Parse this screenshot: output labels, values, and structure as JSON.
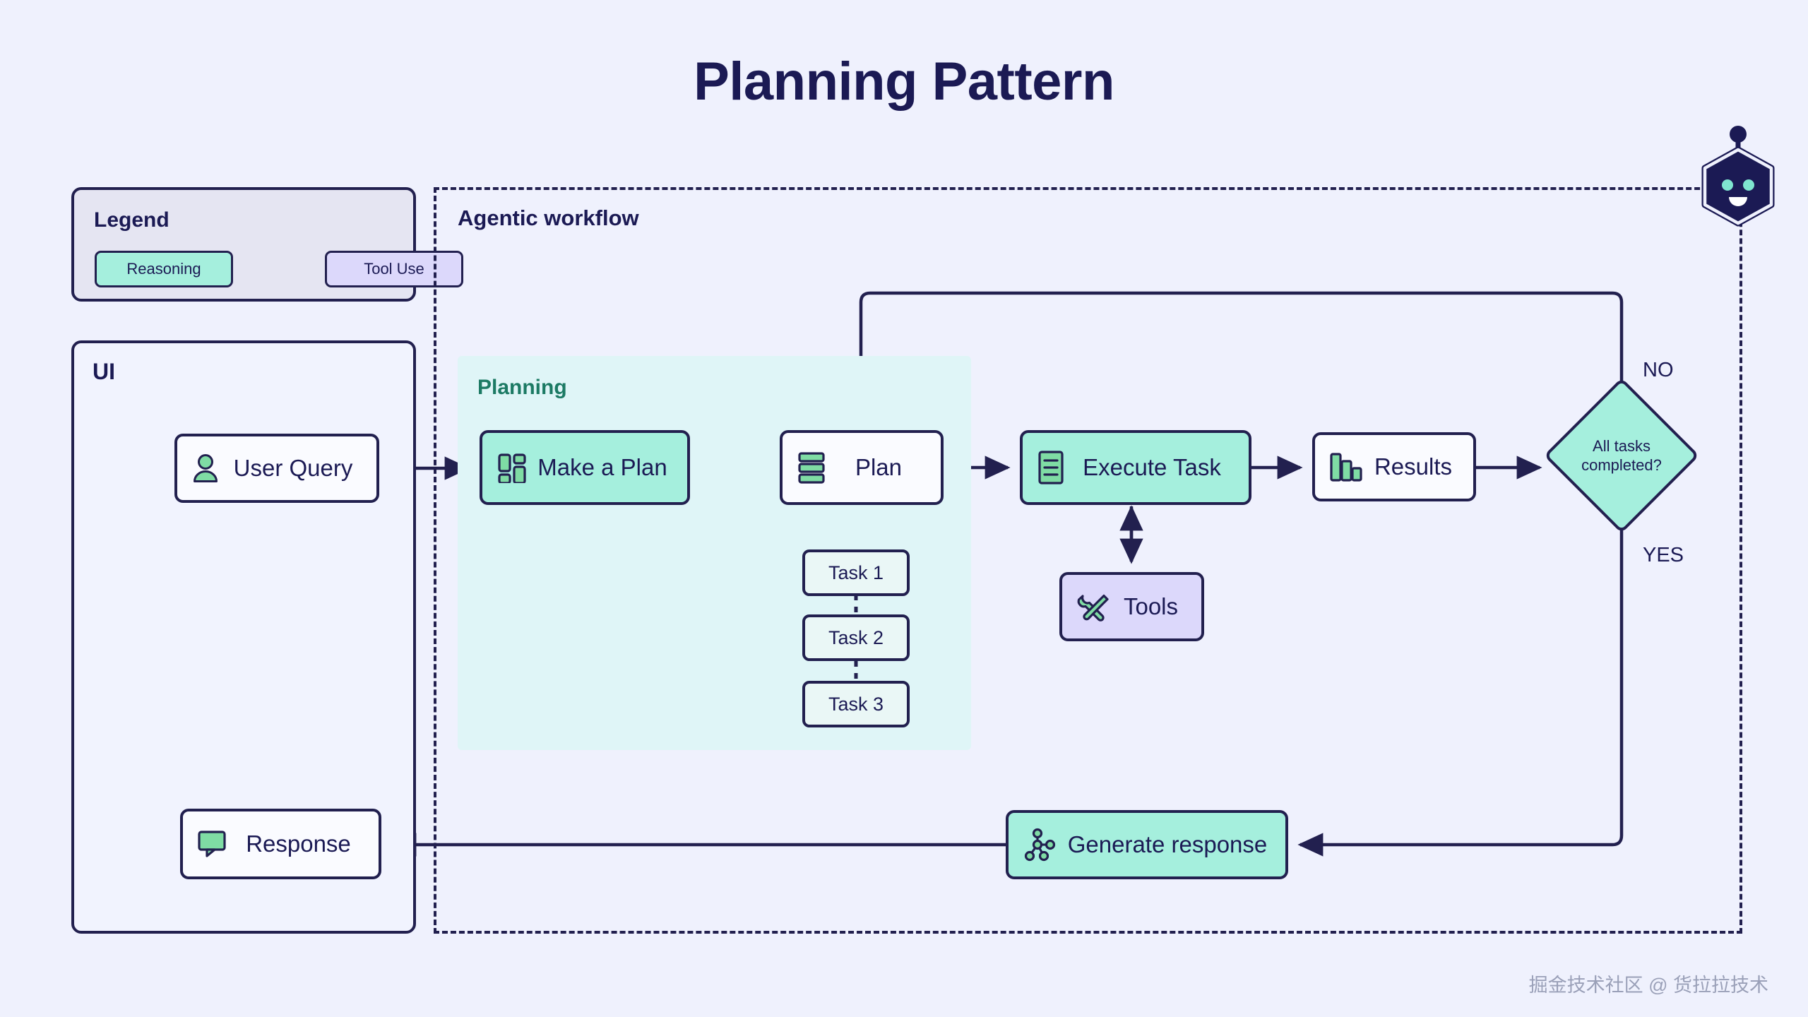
{
  "page": {
    "title": "Planning Pattern",
    "background_color": "#eff1fd",
    "ink_color": "#22204f",
    "mint_color": "#a5efdd",
    "lavender_color": "#dcd8fb",
    "green_icon_color": "#7fdca4",
    "planning_tint": "#dff5f7"
  },
  "legend": {
    "title": "Legend",
    "items": [
      {
        "label": "Reasoning",
        "color": "#a5efdd"
      },
      {
        "label": "Tool Use",
        "color": "#dcd8fb"
      }
    ]
  },
  "ui_panel": {
    "label": "UI",
    "nodes": [
      {
        "label": "User Query",
        "icon": "user-icon",
        "fill": "#fafbff"
      },
      {
        "label": "Response",
        "icon": "speech-bubble-icon",
        "fill": "#fafbff"
      }
    ]
  },
  "agentic": {
    "label": "Agentic workflow",
    "planning": {
      "label": "Planning",
      "tasks": [
        "Task 1",
        "Task 2",
        "Task 3"
      ]
    },
    "nodes": [
      {
        "label": "Make a Plan",
        "icon": "dashboard-grid-icon",
        "fill": "#a5efdd",
        "category": "Reasoning"
      },
      {
        "label": "Plan",
        "icon": "stacked-list-icon",
        "fill": "#fafbff",
        "category": "Reasoning"
      },
      {
        "label": "Execute Task",
        "icon": "document-lines-icon",
        "fill": "#a5efdd",
        "category": "Reasoning"
      },
      {
        "label": "Results",
        "icon": "bar-chart-icon",
        "fill": "#fafbff",
        "category": "Reasoning"
      },
      {
        "label": "Tools",
        "icon": "wrench-screwdriver-icon",
        "fill": "#dcd8fb",
        "category": "Tool Use"
      },
      {
        "label": "Generate response",
        "icon": "network-nodes-icon",
        "fill": "#a5efdd",
        "category": "Reasoning"
      }
    ],
    "decision": {
      "label": "All tasks completed?",
      "branch_no": "NO",
      "branch_yes": "YES"
    }
  },
  "bot": {
    "icon": "robot-head-icon"
  },
  "watermark": {
    "text": "掘金技术社区 @ 货拉拉技术"
  }
}
